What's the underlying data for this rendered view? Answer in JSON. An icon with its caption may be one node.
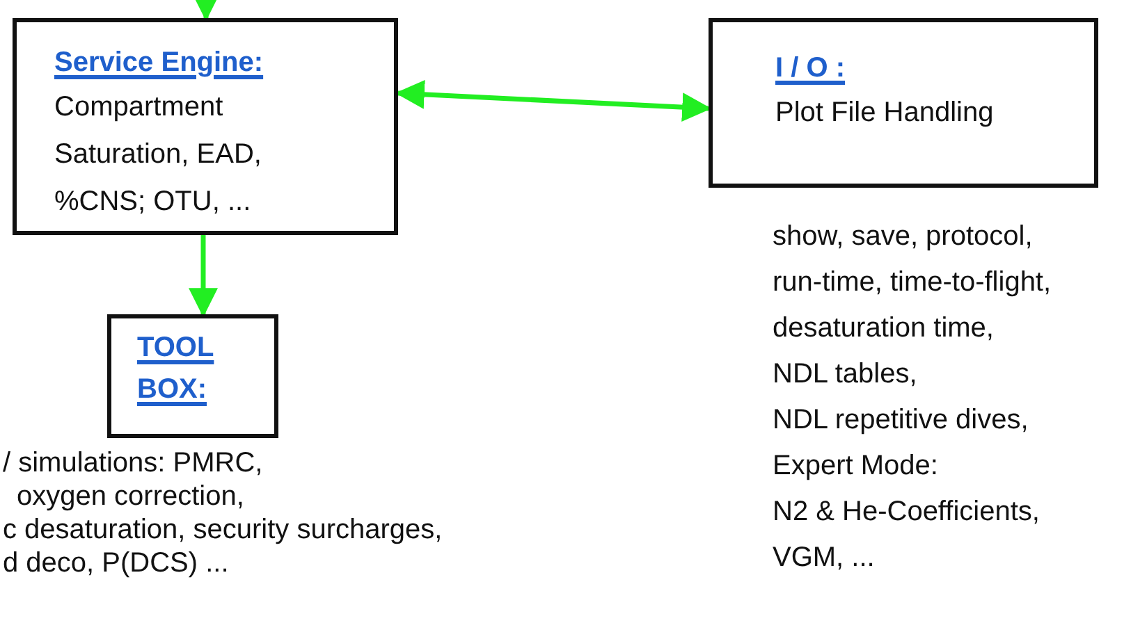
{
  "diagram": {
    "nodes": [
      {
        "text": [
          "Service Engine:",
          "Compartment Saturation, EAD, %CNS; OTU, ..."
        ]
      },
      {
        "text": [
          "I / O :",
          "Plot File Handling"
        ],
        "beside": [
          "show, save, protocol,",
          "run-time, time-to-flight,",
          "desaturation time,",
          "NDL tables,",
          "NDL repetitive dives,",
          "Expert Mode:",
          "N2 & He-Coefficients,",
          "VGM,  ..."
        ]
      },
      {
        "text": [
          "TOOL BOX:"
        ],
        "beside": [
          "/ simulations: PMRC,",
          "oxygen correction,",
          "c desaturation, security surcharges,",
          "d deco, P(DCS) ..."
        ]
      }
    ],
    "edges": [
      {
        "from": null,
        "to": 0,
        "arrow": "to"
      },
      {
        "from": 0,
        "to": 1,
        "arrow": "both"
      },
      {
        "from": 0,
        "to": 2,
        "arrow": "to"
      }
    ]
  }
}
